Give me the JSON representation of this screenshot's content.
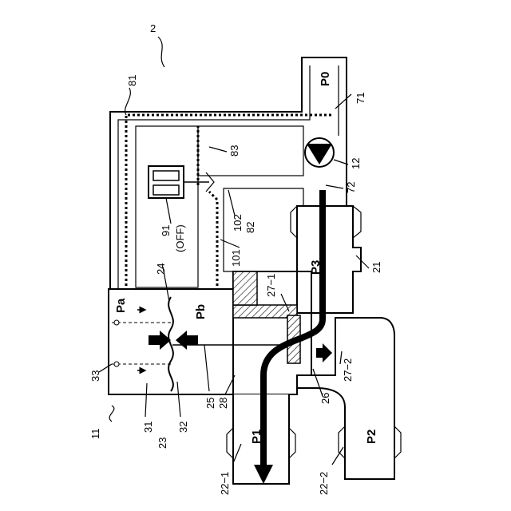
{
  "labels": {
    "fig_no": "2",
    "p0": "P0",
    "p1": "P1",
    "p2": "P2",
    "p3": "P3",
    "pa": "Pa",
    "pb": "Pb",
    "r81": "81",
    "r71": "71",
    "r83": "83",
    "r12": "12",
    "r72": "72",
    "r91": "91",
    "r91_state": "(OFF)",
    "r102": "102",
    "r101": "101",
    "r82": "82",
    "r24": "24",
    "r27_1": "27−1",
    "r21": "21",
    "r33": "33",
    "r25": "25",
    "r28": "28",
    "r26": "26",
    "r27_2": "27−2",
    "r31": "31",
    "r32": "32",
    "r23": "23",
    "r11": "11",
    "r22_1": "22−1",
    "r22_2": "22−2"
  }
}
